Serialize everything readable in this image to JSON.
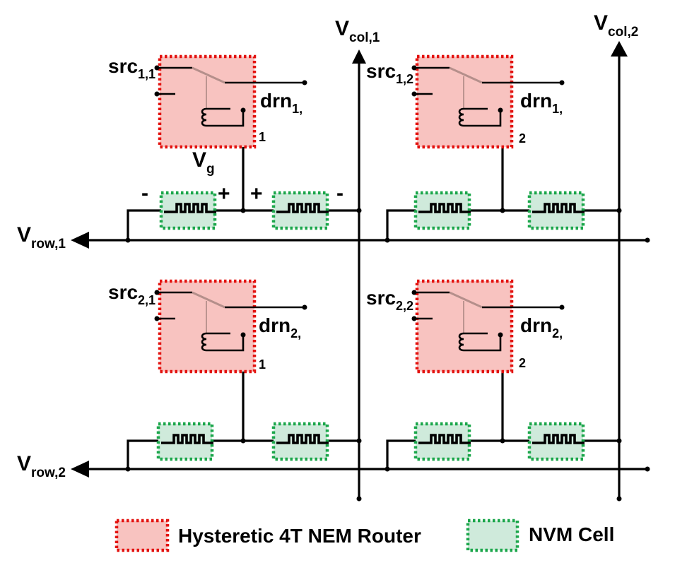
{
  "labels": {
    "vcol1": {
      "main": "V",
      "sub": "col,1"
    },
    "vcol2": {
      "main": "V",
      "sub": "col,2"
    },
    "vrow1": {
      "main": "V",
      "sub": "row,1"
    },
    "vrow2": {
      "main": "V",
      "sub": "row,2"
    },
    "vg": {
      "main": "V",
      "sub": "g"
    },
    "src11": {
      "main": "src",
      "sub": "1,1"
    },
    "src12": {
      "main": "src",
      "sub": "1,2"
    },
    "src21": {
      "main": "src",
      "sub": "2,1"
    },
    "src22": {
      "main": "src",
      "sub": "2,2"
    },
    "drn11": {
      "main": "drn",
      "sub": "1,",
      "tail": "1"
    },
    "drn12": {
      "main": "drn",
      "sub": "1,",
      "tail": "2"
    },
    "drn21": {
      "main": "drn",
      "sub": "2,",
      "tail": "1"
    },
    "drn22": {
      "main": "drn",
      "sub": "2,",
      "tail": "2"
    },
    "polarity": {
      "minus_left": "-",
      "plus_left": "+",
      "plus_right": "+",
      "minus_right": "-"
    }
  },
  "legend": {
    "router": "Hysteretic 4T NEM Router",
    "nvm": "NVM Cell"
  },
  "colors": {
    "router_fill": "#f8c3c0",
    "router_border": "#e3120f",
    "nvm_fill": "#cfeadb",
    "nvm_border": "#1aa64a"
  }
}
